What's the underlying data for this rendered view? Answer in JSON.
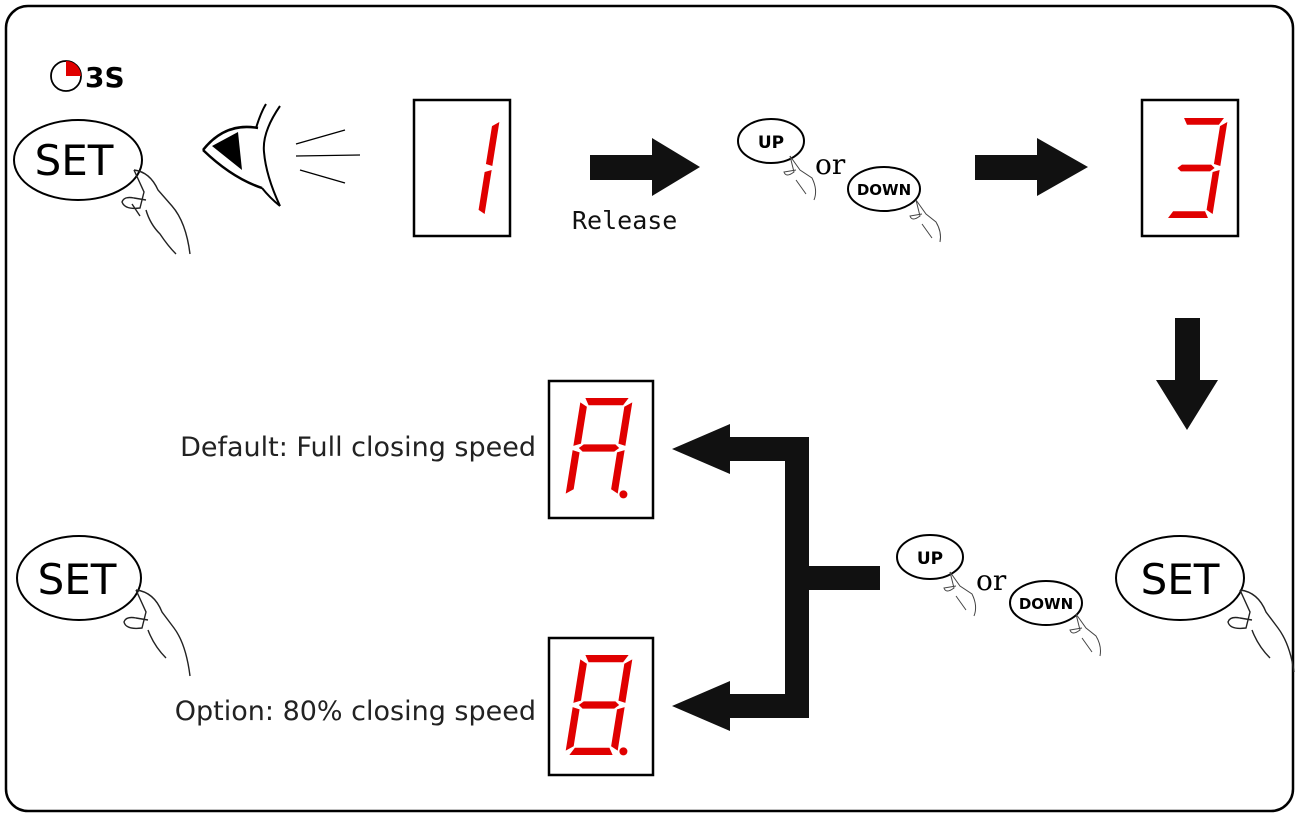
{
  "timer": {
    "label": "3S",
    "fill_fraction": 0.25
  },
  "buttons": {
    "set": "SET",
    "up": "UP",
    "down": "DOWN",
    "or": "or"
  },
  "step1": {
    "display_digit": "1",
    "release_label": "Release"
  },
  "step2": {
    "display_digit": "3"
  },
  "options": {
    "default_label": "Default: Full closing speed",
    "default_display": "A.",
    "option_label": "Option: 80% closing speed",
    "option_display": "8."
  },
  "colors": {
    "segment_on": "#e00000",
    "frame": "#000000",
    "arrow": "#111111",
    "timer_fill": "#e00000"
  }
}
